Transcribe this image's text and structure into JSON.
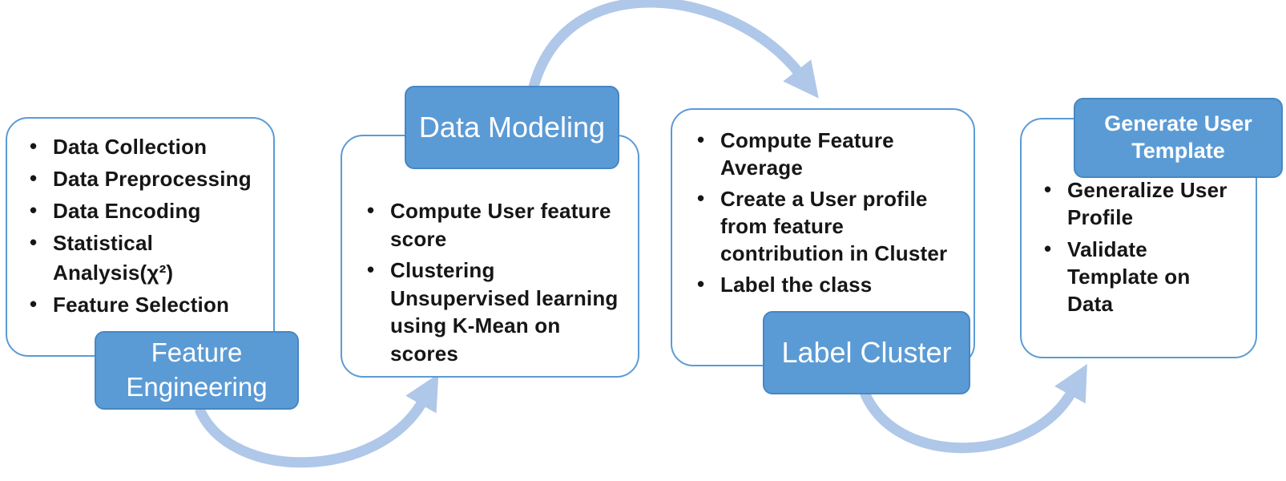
{
  "stages": [
    {
      "label": "Feature Engineering",
      "bullets": [
        "Data Collection",
        "Data Preprocessing",
        "Data Encoding",
        "Statistical\nAnalysis(χ²)",
        "Feature Selection"
      ]
    },
    {
      "label": "Data Modeling",
      "bullets": [
        "Compute User feature\nscore",
        "Clustering\nUnsupervised learning\nusing K-Mean on\nscores"
      ]
    },
    {
      "label": "Label Cluster",
      "bullets": [
        "Compute Feature\nAverage",
        "Create a User profile\nfrom feature\ncontribution in Cluster",
        "Label the class"
      ]
    },
    {
      "label": "Generate User Template",
      "bullets": [
        "Generalize User\nProfile",
        "Validate\nTemplate on\nData"
      ]
    }
  ],
  "arrows": [
    {
      "from": "Feature Engineering",
      "to": "Data Modeling"
    },
    {
      "from": "Data Modeling",
      "to": "Label Cluster"
    },
    {
      "from": "Label Cluster",
      "to": "Generate User Template"
    }
  ],
  "colors": {
    "stage_fill": "#5b9bd5",
    "stage_border": "#4787c3",
    "panel_border": "#5b9bd5",
    "arrow": "#afc7e8",
    "bullet_text": "#161616",
    "label_text": "#ffffff"
  }
}
